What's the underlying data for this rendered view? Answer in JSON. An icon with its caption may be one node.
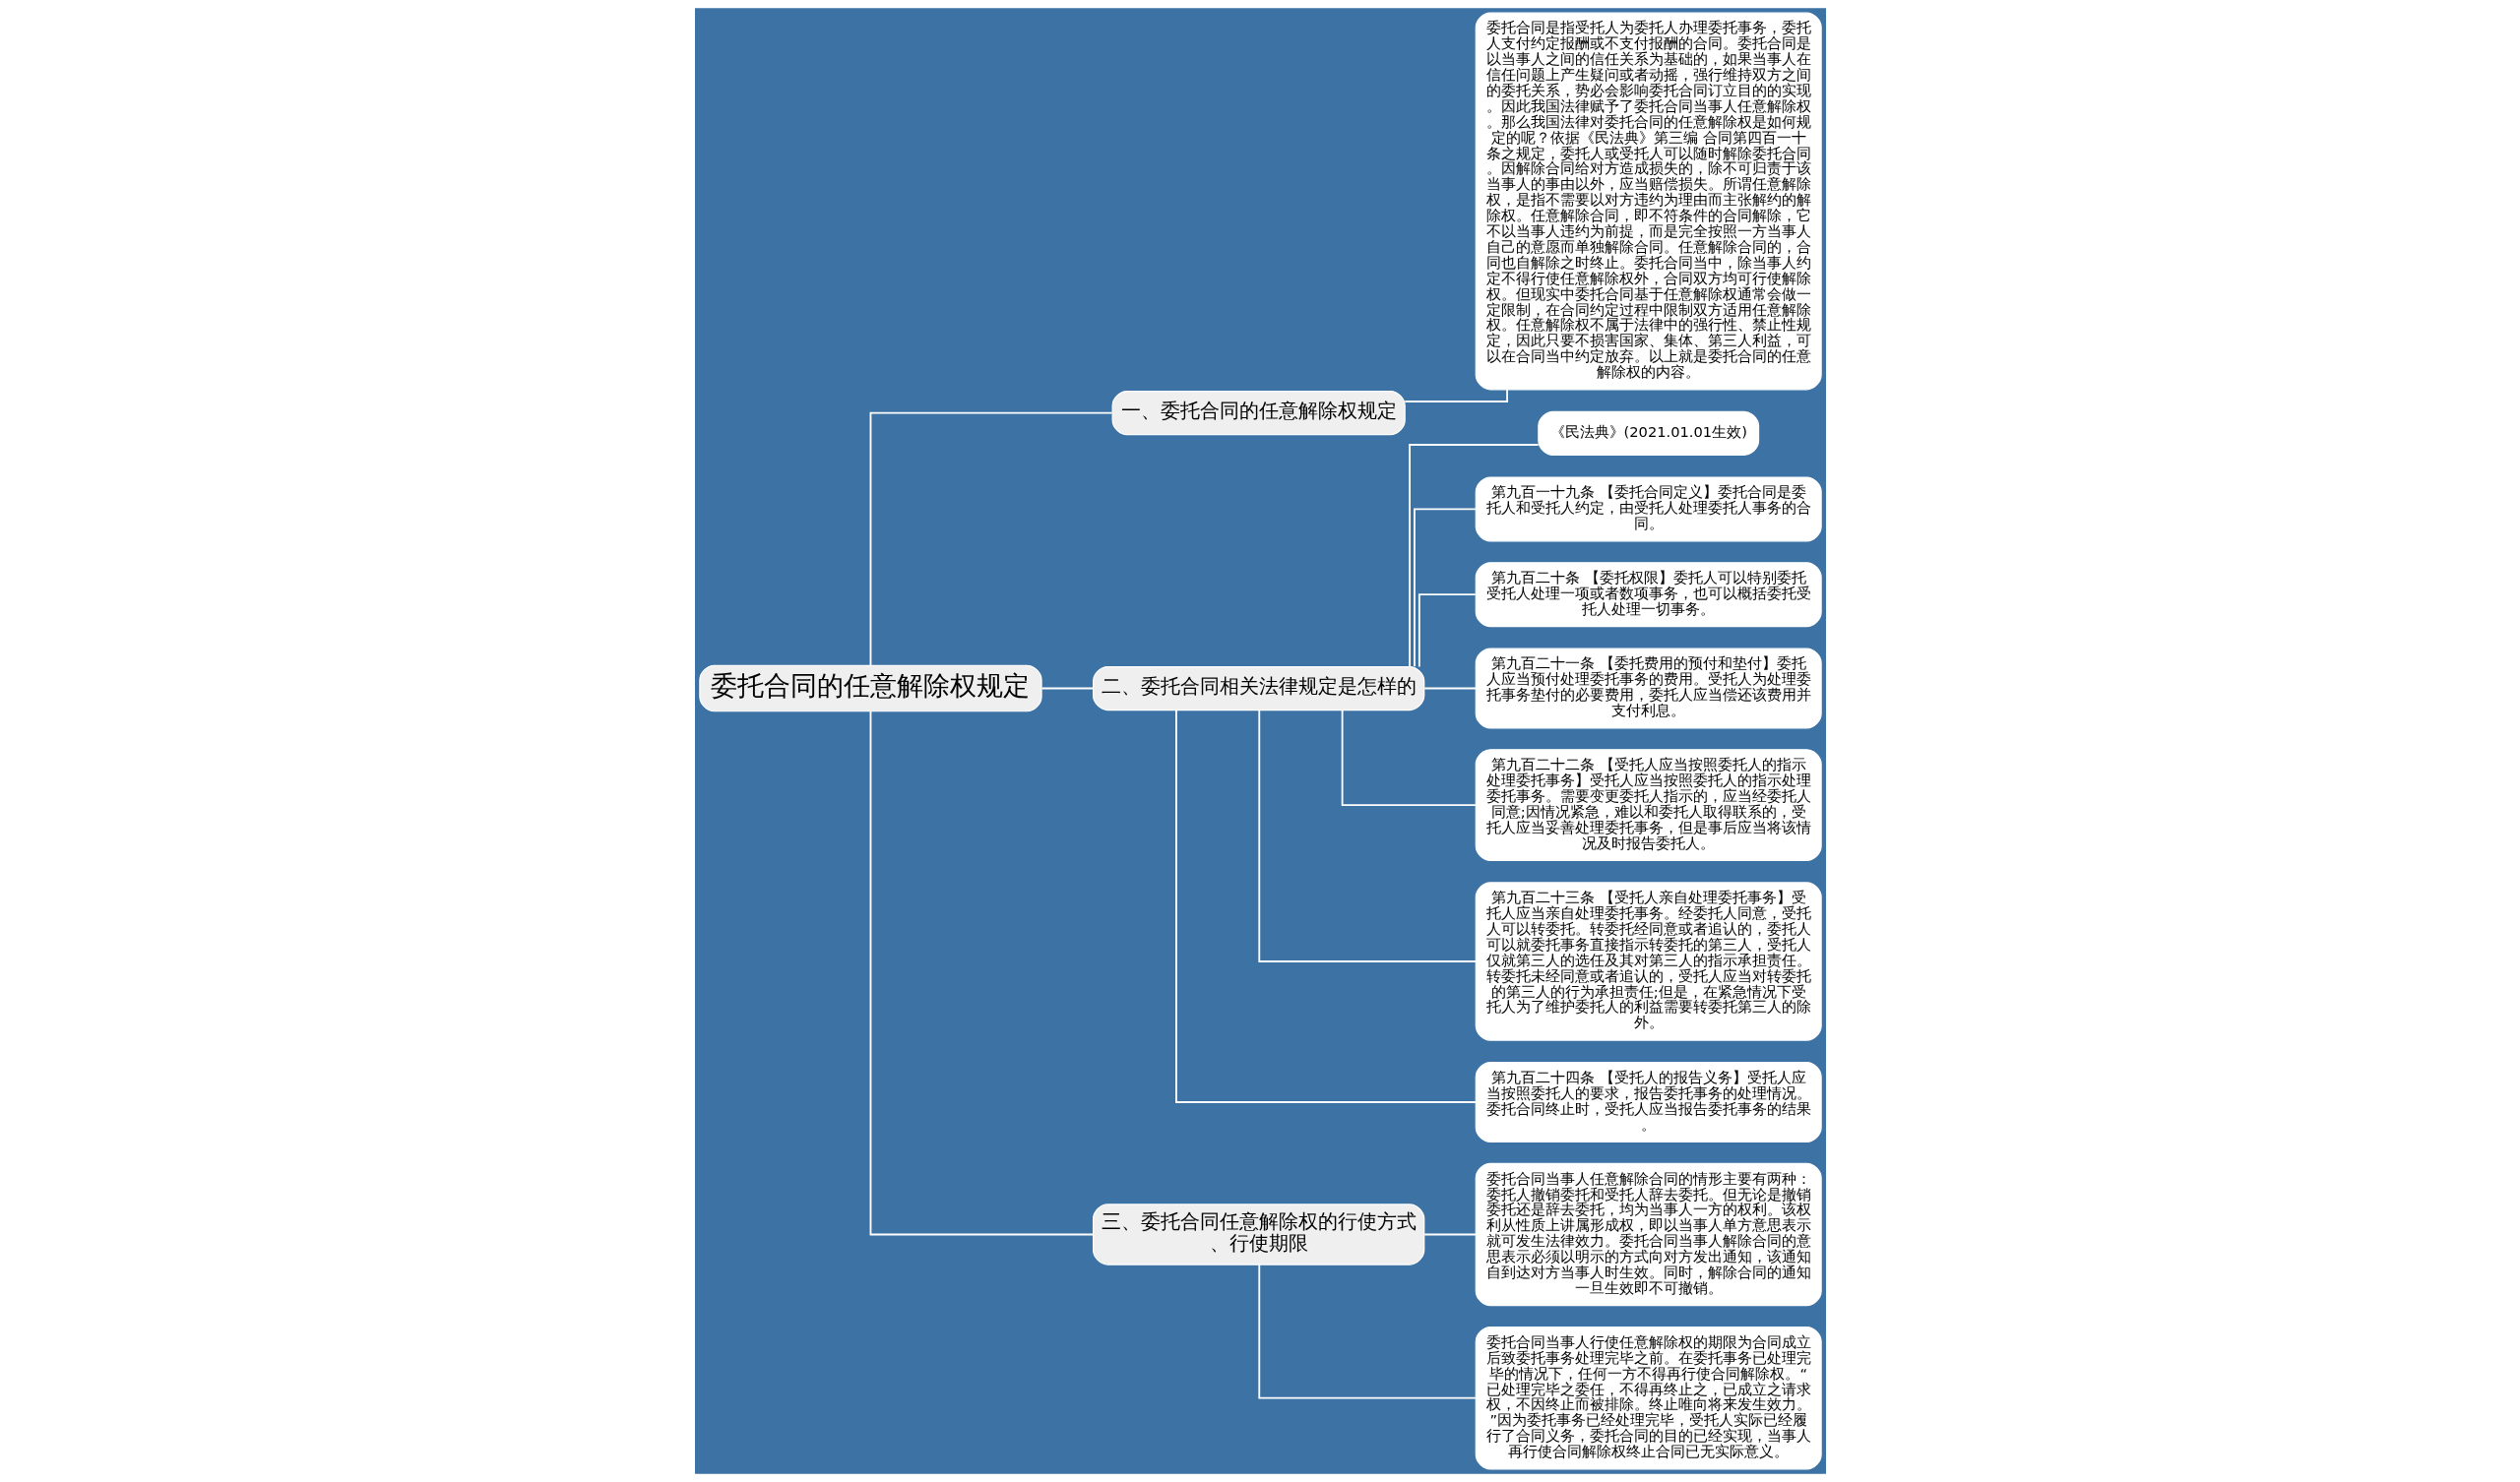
{
  "diagram": {
    "nodes": [
      {
        "text": [
          "委托合同的任意解除权规定"
        ]
      },
      {
        "text": [
          "一、委托合同的任意解除权规定"
        ]
      },
      {
        "text": [
          "委托合同是指受托人为委托人办理委托事务，委托人支付约定报酬或不支付报酬的合同。委托合同是以当事人之间的信任关系为基础的，如果当事人在信任问题上产生疑问或者动摇，强行维持双方之间的委托关系，势必会影响委托合同订立目的的实现。因此我国法律赋予了委托合同当事人任意解除权。那么我国法律对委托合同的任意解除权是如何规定的呢？依据《民法典》第三编 合同第四百一十条之规定，委托人或受托人可以随时解除委托合同。因解除合同给对方造成损失的，除不可归责于该当事人的事由以外，应当赔偿损失。所谓任意解除权，是指不需要以对方违约为理由而主张解约的解除权。任意解除合同，即不符条件的合同解除，它不以当事人违约为前提，而是完全按照一方当事人自己的意愿而单独解除合同。任意解除合同的，合同也自解除之时终止。委托合同当中，除当事人约定不得行使任意解除权外，合同双方均可行使解除权。但现实中委托合同基于任意解除权通常会做一定限制，在合同约定过程中限制双方适用任意解除权。任意解除权不属于法律中的强行性、禁止性规定，因此只要不损害国家、集体、第三人利益，可以在合同当中约定放弃。以上就是委托合同的任意解除权的内容。"
        ]
      },
      {
        "text": [
          "二、委托合同相关法律规定是怎样的"
        ]
      },
      {
        "text": [
          "《民法典》(2021.01.01生效)"
        ]
      },
      {
        "text": [
          "第九百一十九条 【委托合同定义】委托合同是委托人和受托人约定，由受托人处理委托人事务的合同。"
        ]
      },
      {
        "text": [
          "第九百二十条 【委托权限】委托人可以特别委托受托人处理一项或者数项事务，也可以概括委托受托人处理一切事务。"
        ]
      },
      {
        "text": [
          "第九百二十一条 【委托费用的预付和垫付】委托人应当预付处理委托事务的费用。受托人为处理委托事务垫付的必要费用，委托人应当偿还该费用并支付利息。"
        ]
      },
      {
        "text": [
          "第九百二十二条 【受托人应当按照委托人的指示处理委托事务】受托人应当按照委托人的指示处理委托事务。需要变更委托人指示的，应当经委托人同意;因情况紧急，难以和委托人取得联系的，受托人应当妥善处理委托事务，但是事后应当将该情况及时报告委托人。"
        ]
      },
      {
        "text": [
          "第九百二十三条 【受托人亲自处理委托事务】受托人应当亲自处理委托事务。经委托人同意，受托人可以转委托。转委托经同意或者追认的，委托人可以就委托事务直接指示转委托的第三人，受托人仅就第三人的选任及其对第三人的指示承担责任。转委托未经同意或者追认的，受托人应当对转委托的第三人的行为承担责任;但是，在紧急情况下受托人为了维护委托人的利益需要转委托第三人的除外。"
        ]
      },
      {
        "text": [
          "第九百二十四条 【受托人的报告义务】受托人应当按照委托人的要求，报告委托事务的处理情况。委托合同终止时，受托人应当报告委托事务的结果。"
        ]
      },
      {
        "text": [
          "三、委托合同任意解除权的行使方式、行使期限"
        ]
      },
      {
        "text": [
          "委托合同当事人任意解除合同的情形主要有两种：委托人撤销委托和受托人辞去委托。但无论是撤销委托还是辞去委托，均为当事人一方的权利。该权利从性质上讲属形成权，即以当事人单方意思表示就可发生法律效力。委托合同当事人解除合同的意思表示必须以明示的方式向对方发出通知，该通知自到达对方当事人时生效。同时，解除合同的通知一旦生效即不可撤销。"
        ]
      },
      {
        "text": [
          "委托合同当事人行使任意解除权的期限为合同成立后致委托事务处理完毕之前。在委托事务已处理完毕的情况下，任何一方不得再行使合同解除权。“已处理完毕之委任，不得再终止之，已成立之请求权，不因终止而被排除。终止唯向将来发生效力。”因为委托事务已经处理完毕，受托人实际已经履行了合同义务，委托合同的目的已经实现，当事人再行使合同解除权终止合同已无实际意义。"
        ]
      }
    ],
    "edges": [
      {
        "from": 0,
        "to": 1,
        "arrow": "none"
      },
      {
        "from": 1,
        "to": 2,
        "arrow": "none"
      },
      {
        "from": 0,
        "to": 3,
        "arrow": "none"
      },
      {
        "from": 3,
        "to": 4,
        "arrow": "none"
      },
      {
        "from": 3,
        "to": 5,
        "arrow": "none"
      },
      {
        "from": 3,
        "to": 6,
        "arrow": "none"
      },
      {
        "from": 3,
        "to": 7,
        "arrow": "none"
      },
      {
        "from": 3,
        "to": 8,
        "arrow": "none"
      },
      {
        "from": 3,
        "to": 9,
        "arrow": "none"
      },
      {
        "from": 3,
        "to": 10,
        "arrow": "none"
      },
      {
        "from": 0,
        "to": 11,
        "arrow": "none"
      },
      {
        "from": 11,
        "to": 12,
        "arrow": "none"
      },
      {
        "from": 11,
        "to": 13,
        "arrow": "none"
      }
    ]
  }
}
